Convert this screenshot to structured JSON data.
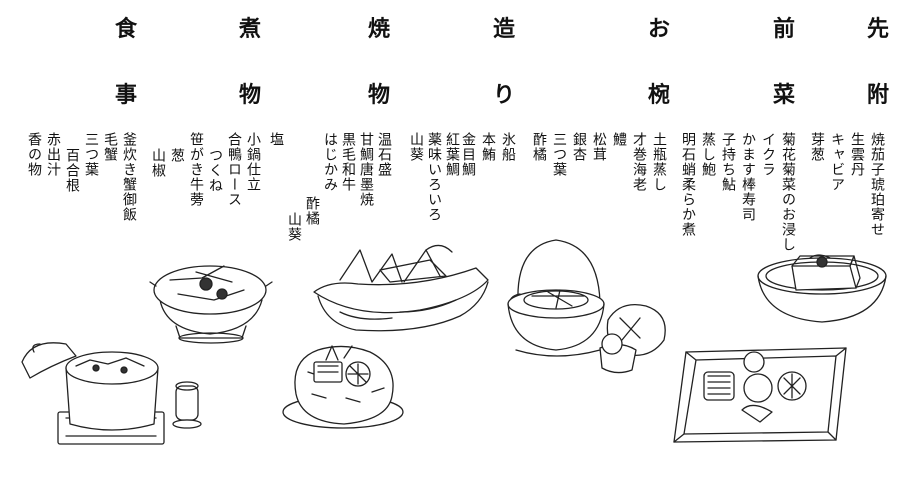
{
  "courses": [
    {
      "id": "sakizuke",
      "title_top": "先",
      "title_bottom": "附",
      "items": [
        "焼茄子琥珀寄せ",
        "生雲丹",
        "キャビア",
        "芽葱"
      ]
    },
    {
      "id": "zensai",
      "title_top": "前",
      "title_bottom": "菜",
      "items": [
        "菊花菊菜のお浸し",
        "イクラ",
        "かます棒寿司",
        "子持ち鮎",
        "蒸し鮑",
        "明石蛸柔らか煮"
      ]
    },
    {
      "id": "owan",
      "title_top": "お",
      "title_bottom": "椀",
      "items": [
        "土瓶蒸し",
        "才巻海老",
        "鱧",
        "松茸",
        "銀杏",
        "三つ葉",
        "酢橘"
      ]
    },
    {
      "id": "tsukuri",
      "title_top": "造",
      "title_bottom": "り",
      "items": [
        "氷船",
        "本鮪",
        "金目鯛",
        "紅葉鯛",
        "薬味いろいろ",
        "山葵"
      ]
    },
    {
      "id": "yakimono",
      "title_top": "焼",
      "title_bottom": "物",
      "items": [
        "温石盛",
        "甘鯛唐墨焼",
        "黒毛和牛",
        "はじかみ",
        "酢橘",
        "山葵",
        "塩"
      ]
    },
    {
      "id": "nimono",
      "title_top": "煮",
      "title_bottom": "物",
      "items": [
        "小鍋仕立",
        "合鴨ロース",
        "つくね",
        "笹がき牛蒡",
        "葱",
        "山椒"
      ]
    },
    {
      "id": "shokuji",
      "title_top": "食",
      "title_bottom": "事",
      "items": [
        "釜炊き蟹御飯",
        "毛蟹",
        "三つ葉",
        "百合根",
        "赤出汁",
        "香の物"
      ]
    }
  ]
}
